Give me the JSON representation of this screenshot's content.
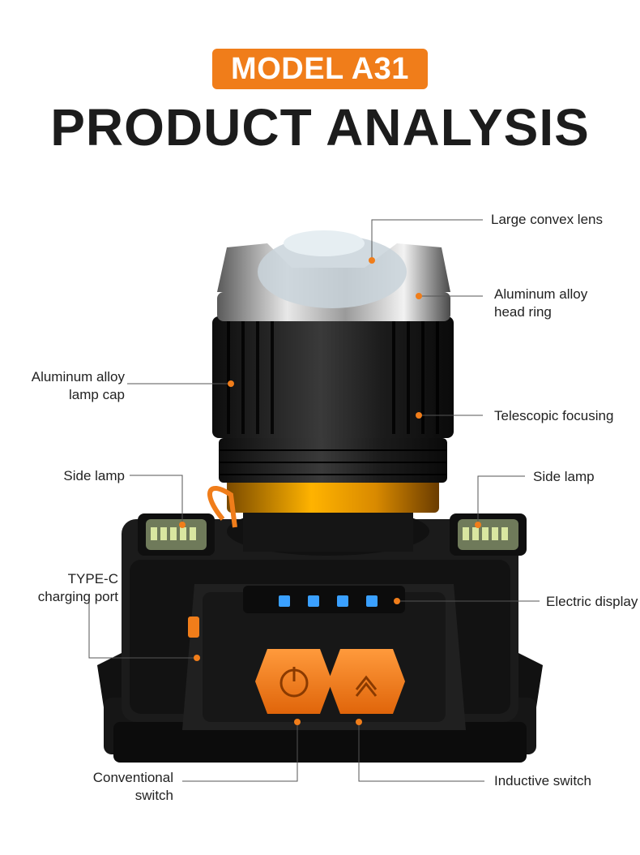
{
  "header": {
    "model_badge": "MODEL A31",
    "title": "PRODUCT ANALYSIS"
  },
  "callouts": {
    "large_convex_lens": "Large convex lens",
    "alu_head_ring_1": "Aluminum alloy",
    "alu_head_ring_2": "head ring",
    "alu_lamp_cap_1": "Aluminum alloy",
    "alu_lamp_cap_2": "lamp cap",
    "telescopic_focusing": "Telescopic focusing",
    "side_lamp_left": "Side lamp",
    "side_lamp_right": "Side lamp",
    "type_c_1": "TYPE-C",
    "type_c_2": "charging port",
    "electric_display": "Electric display",
    "conventional_switch_1": "Conventional",
    "conventional_switch_2": "switch",
    "inductive_switch": "Inductive switch"
  },
  "colors": {
    "accent": "#f07d1a",
    "body": "#1a1a1a",
    "led": "#3aa0ff"
  }
}
